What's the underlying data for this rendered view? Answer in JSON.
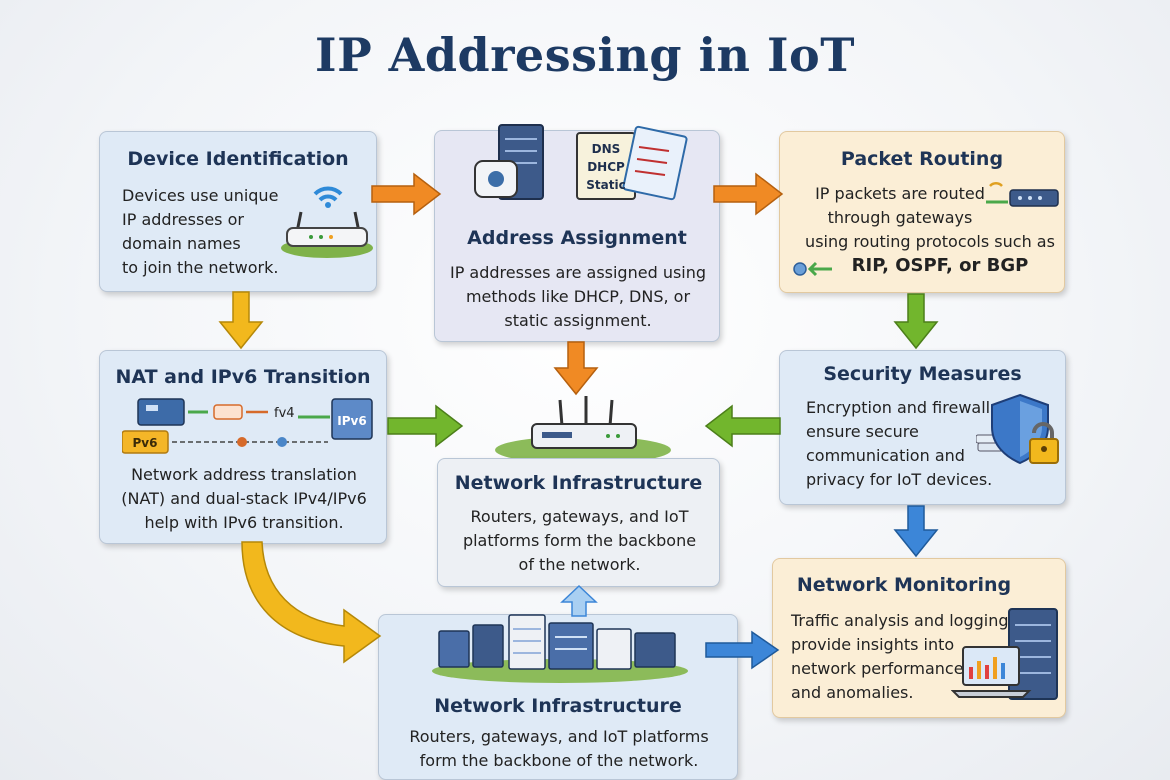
{
  "title": "IP Addressing in IoT",
  "cards": {
    "device_identification": {
      "title": "Device Identification",
      "lines": [
        "Devices use unique",
        "IP addresses or",
        "domain names",
        "to join the network."
      ]
    },
    "address_assignment": {
      "title": "Address Assignment",
      "lines": [
        "IP addresses are assigned using",
        "methods like DHCP, DNS, or",
        "static assignment."
      ],
      "screen_labels": [
        "DNS",
        "DHCP",
        "Static"
      ]
    },
    "packet_routing": {
      "title": "Packet Routing",
      "lines": [
        "IP packets are routed",
        "through gateways",
        "using routing protocols such as"
      ],
      "protocols": "RIP, OSPF, or BGP"
    },
    "nat_ipv6": {
      "title": "NAT and IPv6 Transition",
      "lines": [
        "Network address translation",
        "(NAT) and dual-stack IPv4/IPv6",
        "help with IPv6 transition."
      ],
      "icon_labels": {
        "fv4": "fv4",
        "ipv6_box": "IPv6",
        "pv6": "Pv6"
      }
    },
    "security": {
      "title": "Security Measures",
      "lines": [
        "Encryption and firewalls",
        "ensure secure",
        "communication and",
        "privacy for IoT devices."
      ]
    },
    "network_infra_center": {
      "title": "Network Infrastructure",
      "lines": [
        "Routers, gateways, and IoT",
        "platforms form the backbone",
        "of the network."
      ]
    },
    "network_infra_bottom": {
      "title": "Network Infrastructure",
      "lines": [
        "Routers, gateways, and IoT platforms",
        "form the backbone of the network."
      ]
    },
    "monitoring": {
      "title": "Network Monitoring",
      "lines": [
        "Traffic analysis and logging",
        "provide insights into",
        "network performance",
        "and anomalies."
      ]
    }
  },
  "colors": {
    "orange": "#f08a24",
    "yellow": "#f2b81d",
    "green": "#72b62d",
    "blue": "#3c86d8",
    "title": "#1d3a63"
  }
}
